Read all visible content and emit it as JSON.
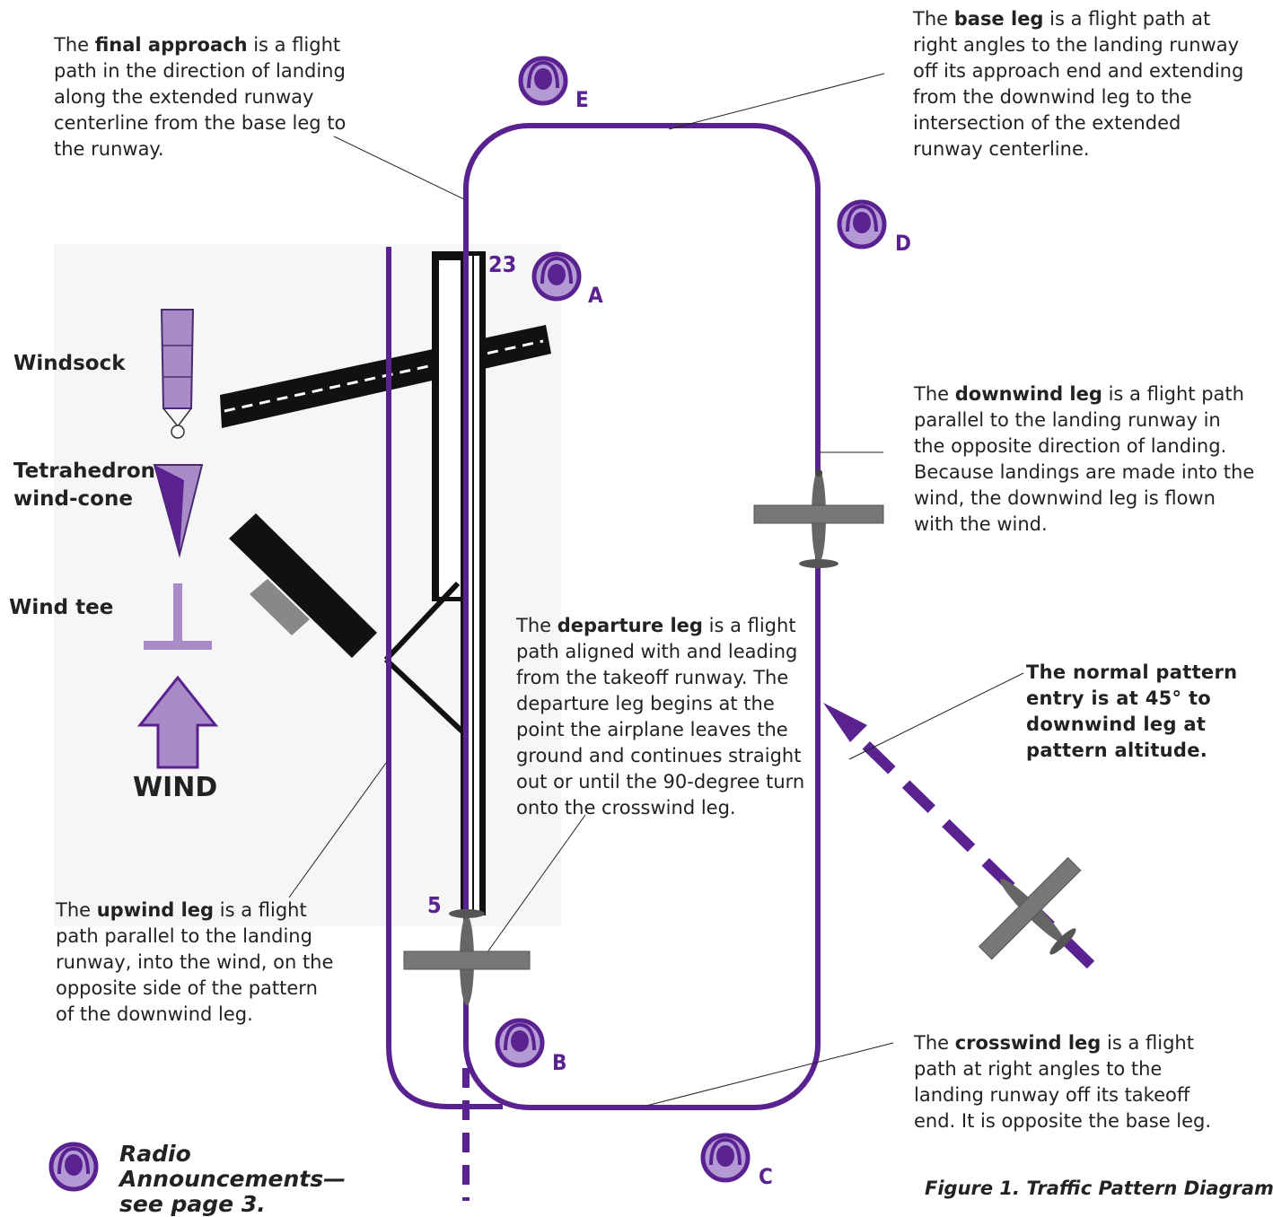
{
  "annotations": {
    "final_approach": {
      "pre": "The ",
      "term": "final approach",
      "post": " is a flight path in the direction of landing along the extended runway centerline from the base leg to the runway."
    },
    "base_leg": {
      "pre": "The ",
      "term": "base leg",
      "post": " is a flight path at right angles to the landing runway off its approach end and extending from the downwind leg to the intersection of the extended runway centerline."
    },
    "downwind_leg": {
      "pre": "The ",
      "term": "downwind leg",
      "post": " is a flight path parallel to the landing runway in the opposite direction of landing. Because landings are made into the wind, the downwind leg is flown with the wind."
    },
    "departure_leg": {
      "pre": "The ",
      "term": "departure leg",
      "post": " is a flight path aligned with and leading from the takeoff runway. The departure leg begins at the point the airplane leaves the ground and continues straight out or until the 90-degree turn onto the crosswind leg."
    },
    "upwind_leg": {
      "pre": "The ",
      "term": "upwind leg",
      "post": " is a flight path parallel to the landing runway, into the wind, on the opposite side of the pattern of the downwind leg."
    },
    "crosswind_leg": {
      "pre": "The ",
      "term": "crosswind leg",
      "post": " is a flight path at right angles to the landing runway off its takeoff end. It is opposite the base leg."
    },
    "pattern_entry": "The normal pattern entry is at 45° to downwind leg at pattern altitude."
  },
  "legend": {
    "windsock": "Windsock",
    "tetrahedron": "Tetrahedron wind-cone",
    "wind_tee": "Wind tee",
    "wind": "WIND"
  },
  "runway_numbers": {
    "top": "23",
    "bottom": "5"
  },
  "radio_points": [
    "A",
    "B",
    "C",
    "D",
    "E"
  ],
  "radio_note": "Radio Announcements— see page 3.",
  "caption": "Figure 1. Traffic Pattern Diagram",
  "colors": {
    "pattern": "#5a2290",
    "icon_fill": "#b49ad4",
    "legend_fill": "#a98bc8",
    "runway": "#111111"
  }
}
